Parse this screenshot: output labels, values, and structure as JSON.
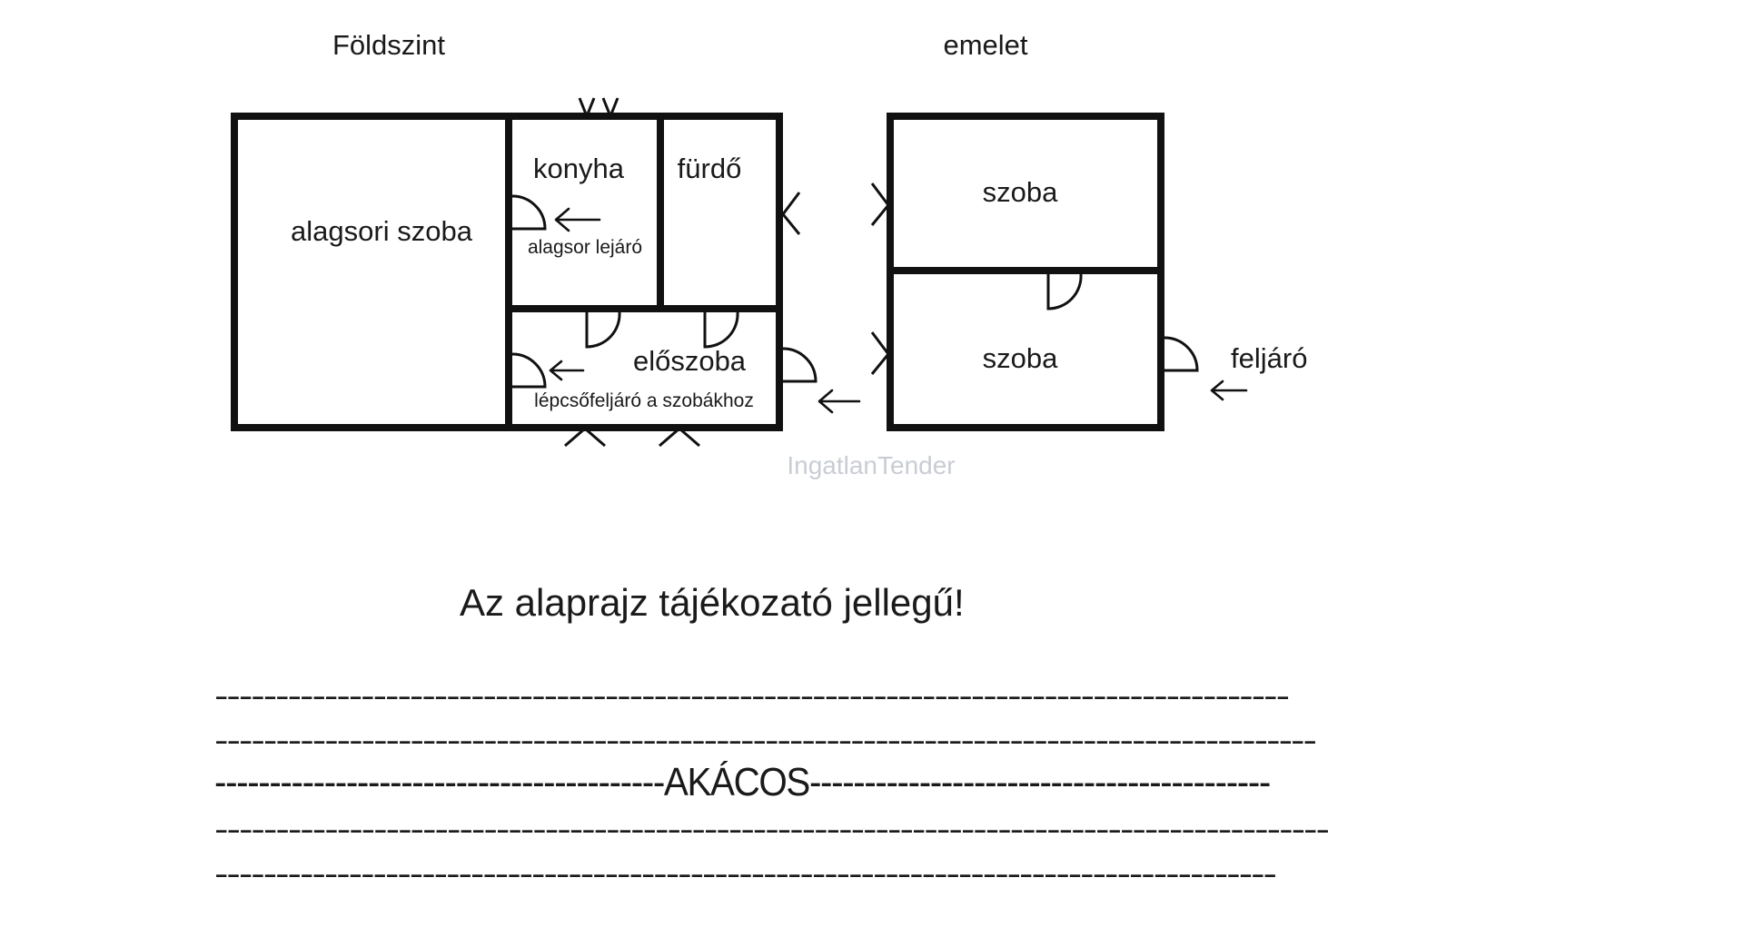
{
  "floors": {
    "ground_title": "Földszint",
    "upper_title": "emelet"
  },
  "rooms": {
    "basement_room": "alagsori szoba",
    "kitchen": "konyha",
    "bathroom": "fürdő",
    "hall": "előszoba",
    "upper_room_1": "szoba",
    "upper_room_2": "szoba"
  },
  "labels": {
    "basement_stairs": "alagsor lejáró",
    "stairs_to_rooms": "lépcsőfeljáró a szobákhoz",
    "upper_access": "feljáró"
  },
  "watermark": "IngatlanTender",
  "note": "Az alaprajz tájékozató jellegű!",
  "dash_lines": [
    "----------------------------------------------------------------------------------------",
    "------------------------------------------------------------------------------------------",
    "-----------------------------------------AKÁCOS------------------------------------------",
    "-------------------------------------------------------------------------------------------",
    "---------------------------------------------------------------------------------------"
  ],
  "icons": [
    "door-swing-icon",
    "window-icon",
    "left-arrow-icon"
  ]
}
